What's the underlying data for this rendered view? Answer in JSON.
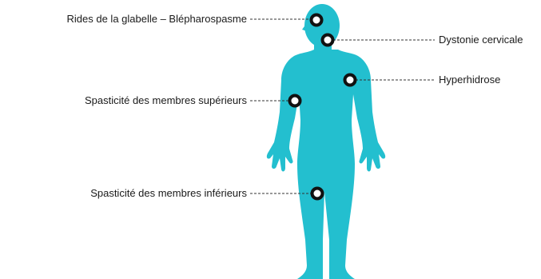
{
  "colors": {
    "body": "#23bfcf",
    "marker_ring": "#111111",
    "marker_center": "#ffffff",
    "leader_line": "#333333",
    "text": "#1a1a1a"
  },
  "labels": {
    "glabella": "Rides de la glabelle – Blépharospasme",
    "cervical": "Dystonie cervicale",
    "hyperhidrosis": "Hyperhidrose",
    "upper_limb": "Spasticité des membres supérieurs",
    "lower_limb": "Spasticité des membres inférieurs"
  }
}
